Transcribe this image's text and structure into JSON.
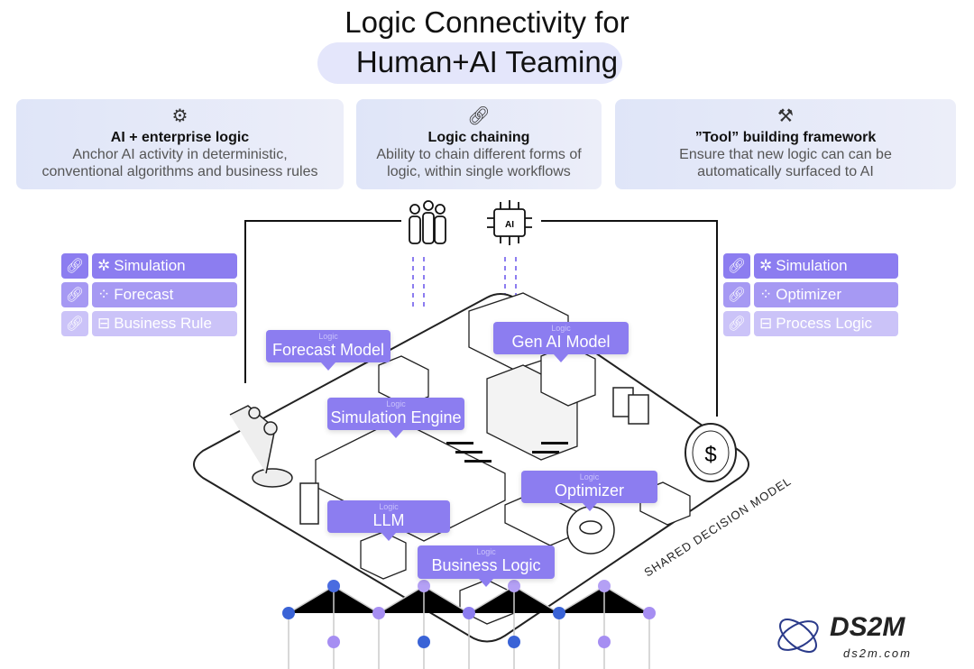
{
  "title": {
    "line1": "Logic Connectivity for",
    "line2": "Human+AI Teaming"
  },
  "cards": [
    {
      "icon": "gear-sparkle-icon",
      "heading": "AI + enterprise logic",
      "desc1": "Anchor AI activity in deterministic,",
      "desc2": "conventional algorithms and business rules"
    },
    {
      "icon": "link-icon",
      "heading": "Logic chaining",
      "desc1": "Ability to chain different forms of",
      "desc2": "logic, within single workflows"
    },
    {
      "icon": "tools-icon",
      "heading": "”Tool” building framework",
      "desc1": "Ensure that new logic can can be",
      "desc2": "automatically surfaced to AI"
    }
  ],
  "left_panel": [
    {
      "label": "Simulation"
    },
    {
      "label": "Forecast"
    },
    {
      "label": "Business Rule"
    }
  ],
  "right_panel": [
    {
      "label": "Simulation"
    },
    {
      "label": "Optimizer"
    },
    {
      "label": "Process Logic"
    }
  ],
  "tags": {
    "sub": "Logic",
    "forecast": "Forecast Model",
    "genai": "Gen AI Model",
    "sim": "Simulation Engine",
    "opt": "Optimizer",
    "llm": "LLM",
    "biz": "Business Logic"
  },
  "chip_label": "AI",
  "platform_label": "SHARED DECISION MODEL",
  "dollar": "$",
  "watermark": {
    "name": "DS2M",
    "url": "ds2m.com"
  },
  "colors": {
    "accent": "#8c7df0"
  }
}
